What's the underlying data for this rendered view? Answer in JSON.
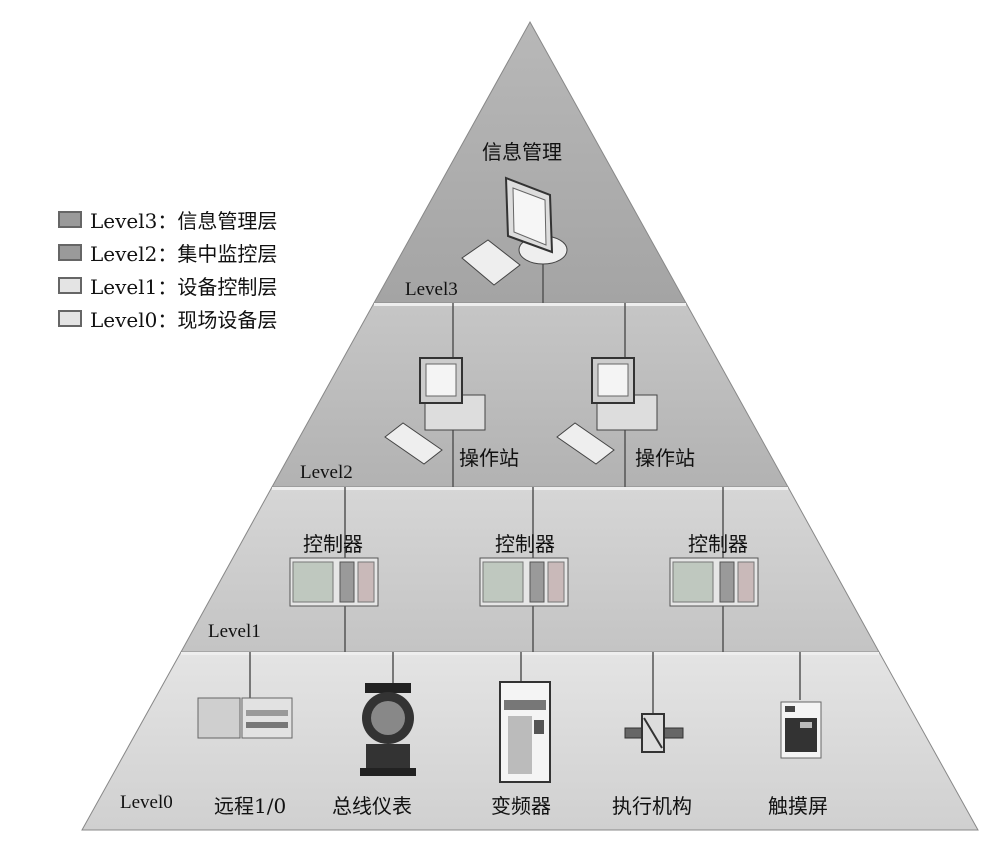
{
  "colors": {
    "level3": "#a9a9a9",
    "level2": "#b9b9b9",
    "level1": "#cdcdcd",
    "level0": "#dcdcdc",
    "line": "#555555"
  },
  "legend": [
    {
      "label": "Level3：信息管理层",
      "swatch": "#9a9a9a"
    },
    {
      "label": "Level2：集中监控层",
      "swatch": "#9a9a9a"
    },
    {
      "label": "Level1：设备控制层",
      "swatch": "#e4e4e4"
    },
    {
      "label": "Level0：现场设备层",
      "swatch": "#e4e4e4"
    }
  ],
  "levels": {
    "level3": "Level3",
    "level2": "Level2",
    "level1": "Level1",
    "level0": "Level0"
  },
  "level3": {
    "title": "信息管理"
  },
  "level2": {
    "stations": [
      "操作站",
      "操作站"
    ]
  },
  "level1": {
    "controllers": [
      "控制器",
      "控制器",
      "控制器"
    ]
  },
  "level0": {
    "devices": [
      "远程1/0",
      "总线仪表",
      "变频器",
      "执行机构",
      "触摸屏"
    ]
  }
}
